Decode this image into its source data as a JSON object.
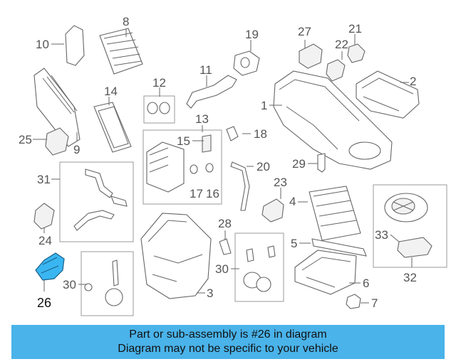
{
  "callouts": [
    "1",
    "2",
    "3",
    "4",
    "5",
    "6",
    "7",
    "8",
    "9",
    "10",
    "11",
    "12",
    "13",
    "14",
    "15",
    "16",
    "17",
    "18",
    "19",
    "20",
    "21",
    "22",
    "23",
    "24",
    "25",
    "26",
    "27",
    "28",
    "29",
    "30",
    "30",
    "31",
    "32",
    "33"
  ],
  "highlight_part": "26",
  "highlight_color": "#39b6f1",
  "banner": {
    "color": "#4ab3ea",
    "line1": "Part or sub-assembly is #26 in diagram",
    "line2": "Diagram may not be specific to your vehicle"
  }
}
